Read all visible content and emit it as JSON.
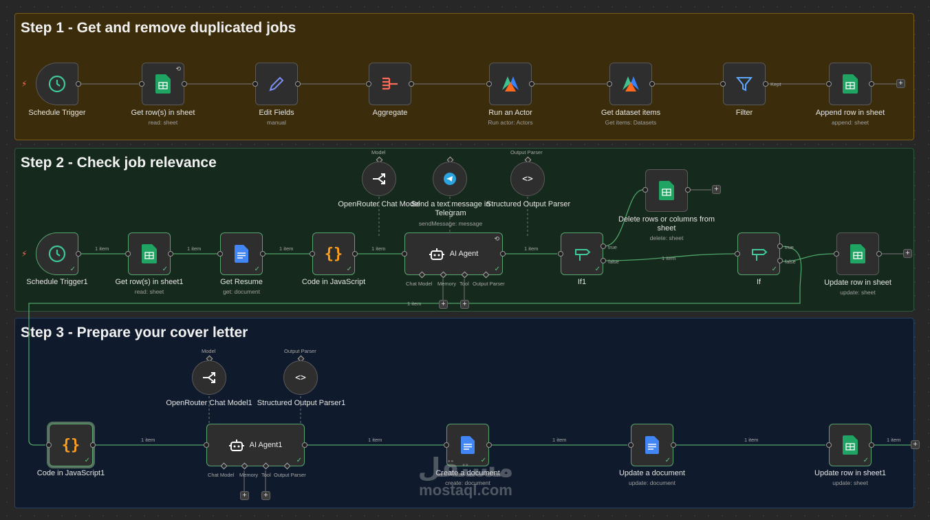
{
  "sections": {
    "step1": "Step 1 - Get and remove duplicated jobs",
    "step2": "Step 2 - Check job relevance",
    "step3": "Step 3 - Prepare your cover letter"
  },
  "step1": {
    "schedule": {
      "label": "Schedule Trigger",
      "sub": ""
    },
    "getrows": {
      "label": "Get row(s) in sheet",
      "sub": "read: sheet"
    },
    "editfields": {
      "label": "Edit Fields",
      "sub": "manual"
    },
    "aggregate": {
      "label": "Aggregate",
      "sub": ""
    },
    "runactor": {
      "label": "Run an Actor",
      "sub": "Run actor: Actors"
    },
    "getdataset": {
      "label": "Get dataset items",
      "sub": "Get items: Datasets"
    },
    "filter": {
      "label": "Filter",
      "sub": "",
      "out": "Kept"
    },
    "append": {
      "label": "Append row in sheet",
      "sub": "append: sheet"
    }
  },
  "step2": {
    "schedule": {
      "label": "Schedule Trigger1"
    },
    "getrows": {
      "label": "Get row(s) in sheet1",
      "sub": "read: sheet"
    },
    "resume": {
      "label": "Get Resume",
      "sub": "get: document"
    },
    "code": {
      "label": "Code in JavaScript"
    },
    "agent": {
      "label": "AI Agent",
      "p1": "Chat Model",
      "p2": "Memory",
      "p3": "Tool",
      "p4": "Output Parser"
    },
    "openrouter": {
      "label": "OpenRouter Chat Model",
      "top": "Model"
    },
    "telegram": {
      "label": "Send a text message in Telegram",
      "sub": "sendMessage: message"
    },
    "parser": {
      "label": "Structured Output Parser",
      "top": "Output Parser"
    },
    "delete": {
      "label": "Delete rows or columns from sheet",
      "sub": "delete: sheet"
    },
    "if1": {
      "label": "If1",
      "t": "true",
      "f": "false"
    },
    "if": {
      "label": "If",
      "t": "true",
      "f": "false"
    },
    "update": {
      "label": "Update row in sheet",
      "sub": "update: sheet"
    },
    "items": "1 item"
  },
  "step3": {
    "code": {
      "label": "Code in JavaScript1"
    },
    "agent": {
      "label": "AI Agent1",
      "p1": "Chat Model",
      "p2": "Memory",
      "p3": "Tool",
      "p4": "Output Parser"
    },
    "openrouter": {
      "label": "OpenRouter Chat Model1",
      "top": "Model"
    },
    "parser": {
      "label": "Structured Output Parser1",
      "top": "Output Parser"
    },
    "createdoc": {
      "label": "Create a document",
      "sub": "create: document"
    },
    "updatedoc": {
      "label": "Update a document",
      "sub": "update: document"
    },
    "updaterow": {
      "label": "Update row in sheet1",
      "sub": "update: sheet"
    },
    "items": "1 item"
  },
  "watermark": {
    "ar": "مستقل",
    "en": "mostaql.com"
  },
  "colors": {
    "sheets": "#1fa463",
    "docs": "#4285f4",
    "clock": "#3fc99a",
    "code": "#ff9f1c",
    "aggregate": "#ff6d5a",
    "filter": "#5fa8ff",
    "ok": "#5fc47d"
  }
}
